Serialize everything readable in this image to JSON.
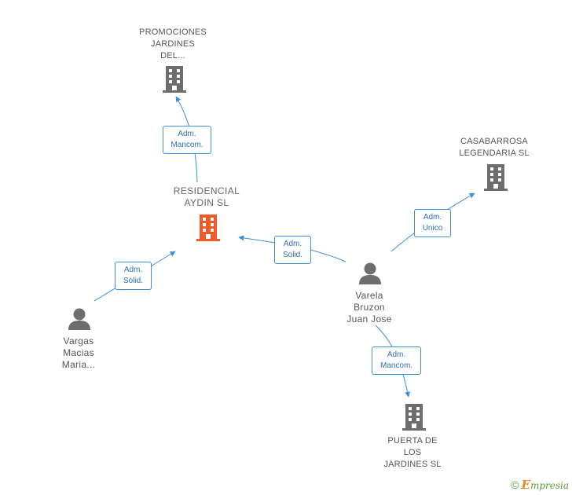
{
  "colors": {
    "edge": "#3d8fd6",
    "node_gray": "#6d6d6d",
    "node_main": "#f15a2b",
    "label": "#555555"
  },
  "nodes": {
    "promociones": {
      "lines": [
        "PROMOCIONES",
        "JARDINES",
        "DEL..."
      ],
      "icon": "building-icon"
    },
    "residencial": {
      "lines": [
        "RESIDENCIAL",
        "AYDIN SL"
      ],
      "icon": "building-icon"
    },
    "casabarrosa": {
      "lines": [
        "CASABARROSA",
        "LEGENDARIA SL"
      ],
      "icon": "building-icon"
    },
    "varela": {
      "lines": [
        "Varela",
        "Bruzon",
        "Juan Jose"
      ],
      "icon": "person-icon"
    },
    "vargas": {
      "lines": [
        "Vargas",
        "Macias",
        "Maria..."
      ],
      "icon": "person-icon"
    },
    "puerta": {
      "lines": [
        "PUERTA DE",
        "LOS",
        "JARDINES SL"
      ],
      "icon": "building-icon"
    }
  },
  "edges": {
    "residencial_promociones": {
      "lines": [
        "Adm.",
        "Mancom."
      ]
    },
    "varela_residencial": {
      "lines": [
        "Adm.",
        "Solid."
      ]
    },
    "vargas_residencial": {
      "lines": [
        "Adm.",
        "Solid."
      ]
    },
    "varela_casabarrosa": {
      "lines": [
        "Adm.",
        "Unico"
      ]
    },
    "varela_puerta": {
      "lines": [
        "Adm.",
        "Mancom."
      ]
    }
  },
  "footer": {
    "copyright": "©",
    "brand_first": "E",
    "brand_rest": "mpresia"
  }
}
